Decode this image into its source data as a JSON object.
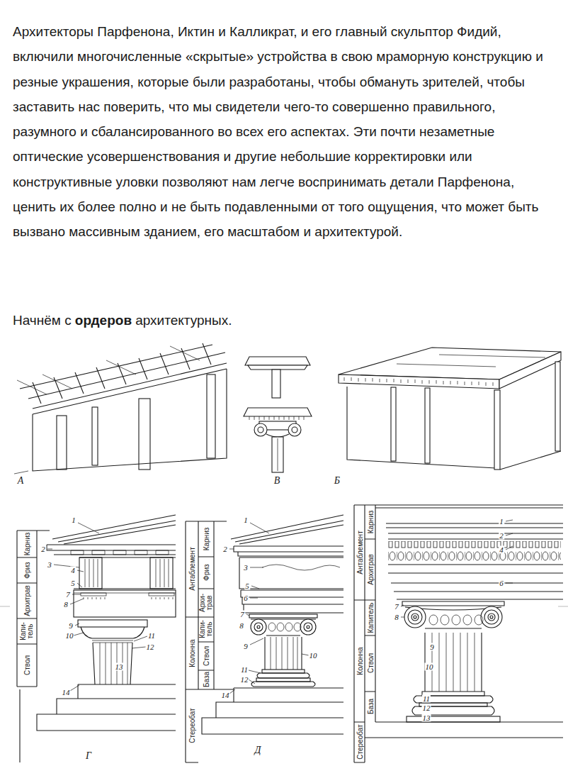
{
  "diagram": {
    "labels": [
      "Архитекторы Парфенона, Иктин и Калликрат, и его главный скульптор Фидий, включили многочисленные «скрытые» устройства в свою мраморную конструкцию и резные украшения, которые были разработаны, чтобы обмануть зрителей, чтобы заставить нас поверить, что мы свидетели чего-то совершенно правильного, разумного и сбалансированного во всех его аспектах. Эти почти незаметные оптические усовершенствования и другие небольшие корректировки или конструктивные уловки позволяют нам легче воспринимать детали Парфенона, ценить их более полно и не быть подавленными от того ощущения, что может быть вызвано массивным зданием, его масштабом и архитектурой.",
      "Начнём с",
      "ордеров",
      "архитектурных.",
      "А",
      "В",
      "Б",
      "Карниз",
      "Фриз",
      "Архитрав",
      "Капи- тель",
      "Ствол",
      "1",
      "2",
      "3",
      "4",
      "5",
      "7",
      "8",
      "9",
      "10",
      "11",
      "12",
      "13",
      "14",
      "Г",
      "Антаблемент",
      "Карниз",
      "Фриз",
      "Архи- трав",
      "Колонна",
      "Капи- тель",
      "Ствол",
      "База",
      "Стереобат",
      "1",
      "2",
      "3",
      "5",
      "6",
      "7",
      "8",
      "9",
      "10",
      "11",
      "12",
      "14",
      "Д",
      "Антаблемент",
      "Карниз",
      "Архитрав",
      "Колонна",
      "Капитель",
      "Ствол",
      "База",
      "Стереобат",
      "1",
      "2",
      "4",
      "6",
      "7",
      "8",
      "9",
      "10",
      "11",
      "12",
      "13"
    ]
  }
}
